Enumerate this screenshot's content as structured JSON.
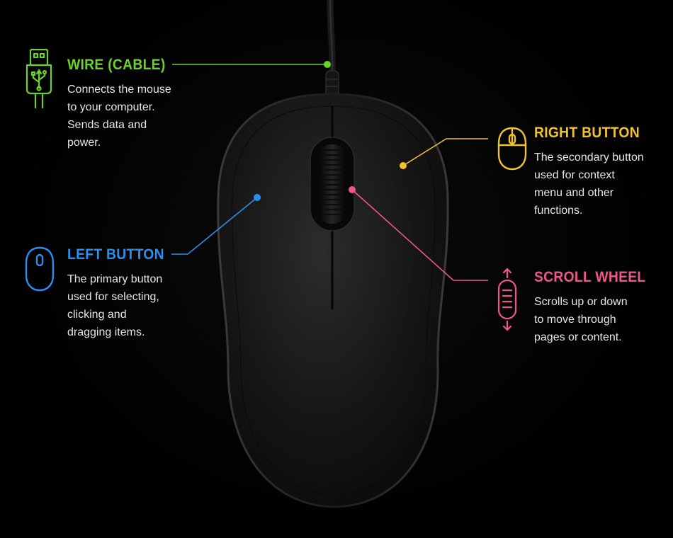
{
  "colors": {
    "wire": "#6cd12b",
    "left_button": "#2a8ff0",
    "right_button": "#f2c12e",
    "scroll_wheel": "#f0558a",
    "description_text": "#e6e6e6",
    "background": "#000000"
  },
  "parts": [
    {
      "id": "wire",
      "title": "WIRE (CABLE)",
      "description": "Connects the mouse\nto your computer.\nSends data and\npower.",
      "icon": "usb-plug-icon"
    },
    {
      "id": "left",
      "title": "LEFT BUTTON",
      "description": "The primary button\nused for selecting,\nclicking and\ndragging items.",
      "icon": "mouse-left-icon"
    },
    {
      "id": "right",
      "title": "RIGHT BUTTON",
      "description": "The secondary button\nused for context\nmenu and other\nfunctions.",
      "icon": "mouse-right-icon"
    },
    {
      "id": "scroll",
      "title": "SCROLL WHEEL",
      "description": "Scrolls up or down\nto move through\npages or content.",
      "icon": "scroll-wheel-icon"
    }
  ]
}
